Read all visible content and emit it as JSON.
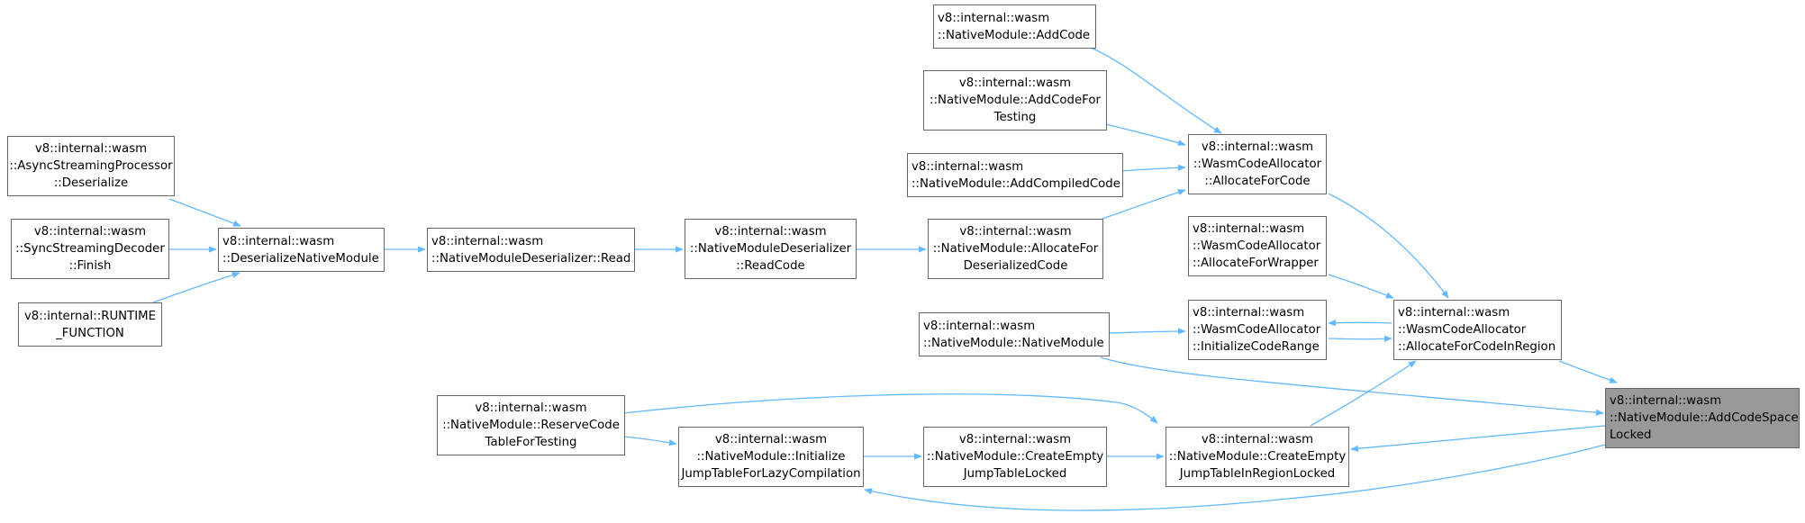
{
  "graph": {
    "edge_color": "#63b8ff",
    "focus_fill": "#999999",
    "node_fill": "#ffffff",
    "node_border": "#666666",
    "nodes": [
      {
        "id": "add_code_space_locked",
        "lines": [
          "v8::internal::wasm",
          "::NativeModule::AddCodeSpace",
          "Locked"
        ]
      },
      {
        "id": "alloc_in_region",
        "lines": [
          "v8::internal::wasm",
          "::WasmCodeAllocator",
          "::AllocateForCodeInRegion"
        ]
      },
      {
        "id": "native_module_ctor",
        "lines": [
          "v8::internal::wasm",
          "::NativeModule::NativeModule"
        ]
      },
      {
        "id": "create_jt_in_region",
        "lines": [
          "v8::internal::wasm",
          "::NativeModule::CreateEmpty",
          "JumpTableInRegionLocked"
        ]
      },
      {
        "id": "init_jt_lazy",
        "lines": [
          "v8::internal::wasm",
          "::NativeModule::Initialize",
          "JumpTableForLazyCompilation"
        ]
      },
      {
        "id": "alloc_for_code",
        "lines": [
          "v8::internal::wasm",
          "::WasmCodeAllocator",
          "::AllocateForCode"
        ]
      },
      {
        "id": "alloc_for_wrapper",
        "lines": [
          "v8::internal::wasm",
          "::WasmCodeAllocator",
          "::AllocateForWrapper"
        ]
      },
      {
        "id": "init_code_range",
        "lines": [
          "v8::internal::wasm",
          "::WasmCodeAllocator",
          "::InitializeCodeRange"
        ]
      },
      {
        "id": "create_jt_locked",
        "lines": [
          "v8::internal::wasm",
          "::NativeModule::CreateEmpty",
          "JumpTableLocked"
        ]
      },
      {
        "id": "reserve_code_table",
        "lines": [
          "v8::internal::wasm",
          "::NativeModule::ReserveCode",
          "TableForTesting"
        ]
      },
      {
        "id": "add_code",
        "lines": [
          "v8::internal::wasm",
          "::NativeModule::AddCode"
        ]
      },
      {
        "id": "add_code_for_testing",
        "lines": [
          "v8::internal::wasm",
          "::NativeModule::AddCodeFor",
          "Testing"
        ]
      },
      {
        "id": "add_compiled_code",
        "lines": [
          "v8::internal::wasm",
          "::NativeModule::AddCompiledCode"
        ]
      },
      {
        "id": "alloc_deserialized",
        "lines": [
          "v8::internal::wasm",
          "::NativeModule::AllocateFor",
          "DeserializedCode"
        ]
      },
      {
        "id": "read_code",
        "lines": [
          "v8::internal::wasm",
          "::NativeModuleDeserializer",
          "::ReadCode"
        ]
      },
      {
        "id": "deserializer_read",
        "lines": [
          "v8::internal::wasm",
          "::NativeModuleDeserializer::Read"
        ]
      },
      {
        "id": "deserialize_native_module",
        "lines": [
          "v8::internal::wasm",
          "::DeserializeNativeModule"
        ]
      },
      {
        "id": "async_deserialize",
        "lines": [
          "v8::internal::wasm",
          "::AsyncStreamingProcessor",
          "::Deserialize"
        ]
      },
      {
        "id": "sync_finish",
        "lines": [
          "v8::internal::wasm",
          "::SyncStreamingDecoder",
          "::Finish"
        ]
      },
      {
        "id": "runtime_function",
        "lines": [
          "v8::internal::RUNTIME",
          "_FUNCTION"
        ]
      }
    ]
  }
}
